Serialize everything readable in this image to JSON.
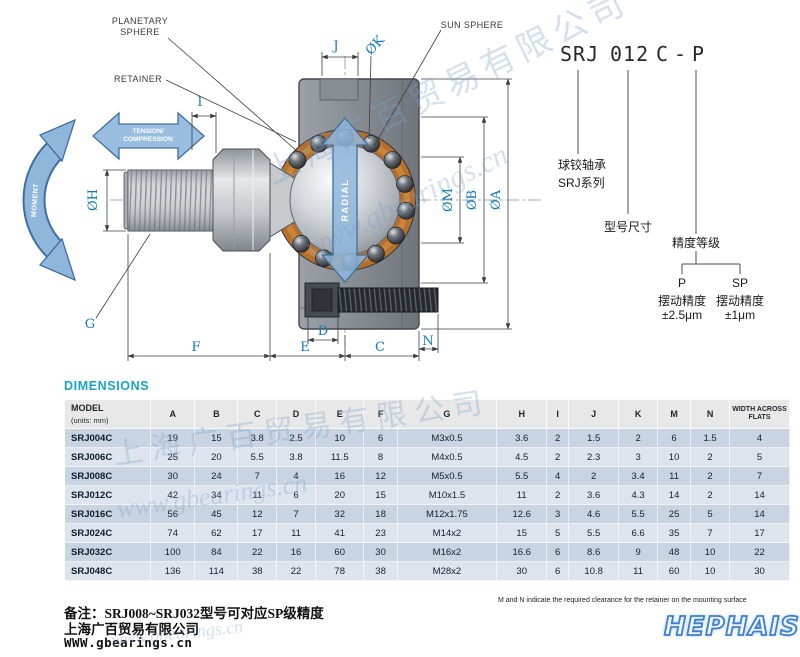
{
  "drawing": {
    "labels": {
      "planetary_sphere_line1": "PLANETARY",
      "planetary_sphere_line2": "SPHERE",
      "sun_sphere": "SUN SPHERE",
      "retainer": "RETAINER",
      "tension_line1": "TENSION/",
      "tension_line2": "COMPRESSION",
      "moment": "MOMENT",
      "radial": "RADIAL"
    },
    "dims": {
      "j": "J",
      "k": "ØK",
      "i": "I",
      "h": "ØH",
      "m": "ØM",
      "b": "ØB",
      "a": "ØA",
      "d": "D",
      "c": "C",
      "n": "N",
      "e": "E",
      "f": "F",
      "g": "G"
    }
  },
  "part_number": {
    "segments": [
      "SRJ",
      "012",
      "C",
      "-",
      "P"
    ],
    "series_label_line1": "球铰轴承",
    "series_label_line2": "SRJ系列",
    "size_label": "型号尺寸",
    "grade_label": "精度等级",
    "grade_p": "P",
    "grade_sp": "SP",
    "p_desc": "摆动精度",
    "p_value": "±2.5μm",
    "sp_desc": "摆动精度",
    "sp_value": "±1μm"
  },
  "dimensions_table": {
    "title": "DIMENSIONS",
    "model_header": "MODEL",
    "units_note": "(units: mm)",
    "columns": [
      "A",
      "B",
      "C",
      "D",
      "E",
      "F",
      "G",
      "H",
      "I",
      "J",
      "K",
      "M",
      "N"
    ],
    "last_column": "WIDTH ACROSS FLATS",
    "rows": [
      [
        "SRJ004C",
        "19",
        "15",
        "3.8",
        "2.5",
        "10",
        "6",
        "M3x0.5",
        "3.6",
        "2",
        "1.5",
        "2",
        "6",
        "1.5",
        "4"
      ],
      [
        "SRJ006C",
        "25",
        "20",
        "5.5",
        "3.8",
        "11.5",
        "8",
        "M4x0.5",
        "4.5",
        "2",
        "2.3",
        "3",
        "10",
        "2",
        "5"
      ],
      [
        "SRJ008C",
        "30",
        "24",
        "7",
        "4",
        "16",
        "12",
        "M5x0.5",
        "5.5",
        "4",
        "2",
        "3.4",
        "11",
        "2",
        "7"
      ],
      [
        "SRJ012C",
        "42",
        "34",
        "11",
        "6",
        "20",
        "15",
        "M10x1.5",
        "11",
        "2",
        "3.6",
        "4.3",
        "14",
        "2",
        "14"
      ],
      [
        "SRJ016C",
        "56",
        "45",
        "12",
        "7",
        "32",
        "18",
        "M12x1.75",
        "12.6",
        "3",
        "4.6",
        "5.5",
        "25",
        "5",
        "14"
      ],
      [
        "SRJ024C",
        "74",
        "62",
        "17",
        "11",
        "41",
        "23",
        "M14x2",
        "15",
        "5",
        "5.5",
        "6.6",
        "35",
        "7",
        "17"
      ],
      [
        "SRJ032C",
        "100",
        "84",
        "22",
        "16",
        "60",
        "30",
        "M16x2",
        "16.6",
        "6",
        "8.6",
        "9",
        "48",
        "10",
        "22"
      ],
      [
        "SRJ048C",
        "136",
        "114",
        "38",
        "22",
        "78",
        "38",
        "M28x2",
        "30",
        "6",
        "10.8",
        "11",
        "60",
        "10",
        "30"
      ]
    ]
  },
  "notes": {
    "table_note": "M and N indicate the required clearance for the retainer on the mounting surface",
    "remark": "备注：SRJ008~SRJ032型号可对应SP级精度",
    "company": "上海广百贸易有限公司",
    "website": "WWW.gbearings.cn"
  },
  "logo": "HEPHAIST",
  "watermarks": {
    "company": "上海广百贸易有限公司",
    "site": "www.gbearings.cn"
  },
  "colors": {
    "dim_label": "#1079b8",
    "accent_cyan": "#18a4c8",
    "arrow_fill": "#8fb7dc",
    "arrow_stroke": "#3f6fa0",
    "retainer_orange": "#b5702d",
    "logo_blue": "#3f7fd0"
  }
}
